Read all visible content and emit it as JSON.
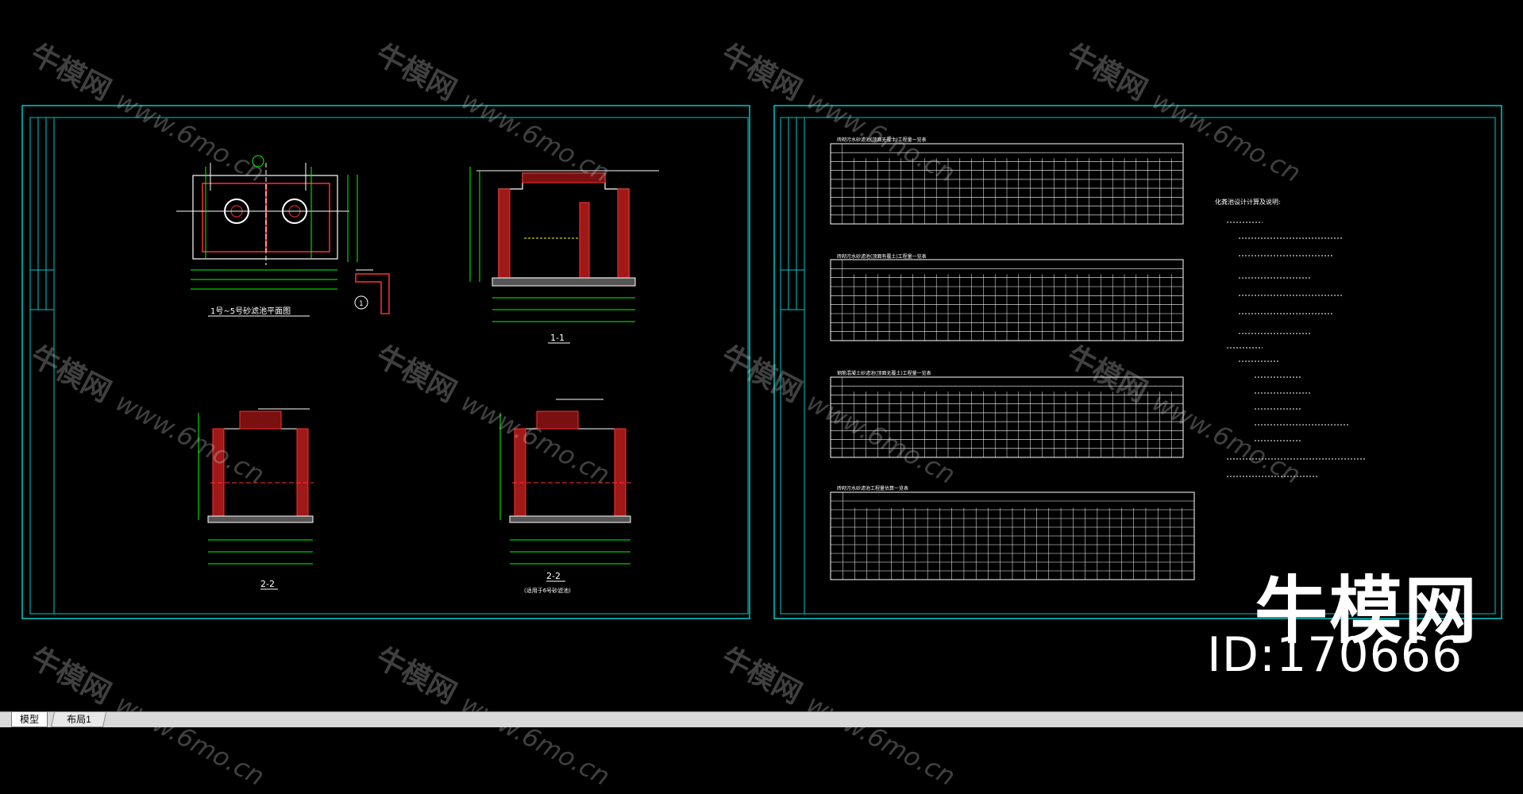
{
  "tabs": [
    {
      "label": "模型",
      "active": true
    },
    {
      "label": "布局1",
      "active": false
    }
  ],
  "watermark": {
    "brand": "牛模网",
    "url": "www.6mo.cn",
    "id_text": "ID:170666"
  },
  "drawing": {
    "left_sheet": {
      "plan_title": "1号~5号砂滤池平面图",
      "section_1_title": "1-1",
      "section_2_title": "2-2",
      "section_2b_title": "2-2",
      "section_2b_note": "(适用于6号砂滤池)",
      "detail_marker": "1"
    },
    "right_sheet": {
      "table_titles": [
        "砖砌污水砂滤池(顶面无覆土)工程量一览表",
        "砖砌污水砂滤池(顶面有覆土)工程量一览表",
        "钢筋混凝土砂滤池(顶面无覆土)工程量一览表",
        "砖砌污水砂滤池工程量估算一览表"
      ],
      "notes_title": "化粪池设计计算及说明:"
    }
  },
  "colors": {
    "frame": "#00c8c8",
    "table_line": "#ffffff",
    "dim_line": "#00ff00",
    "wall": "#ff3030",
    "annotation": "#ffff00",
    "tab_bar": "#d9d9d9"
  }
}
